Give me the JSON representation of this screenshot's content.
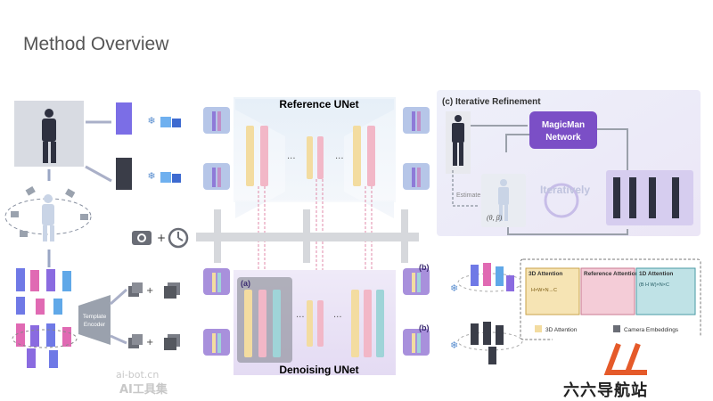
{
  "page": {
    "title": "Method Overview"
  },
  "diagram": {
    "reference_unet": "Reference UNet",
    "denoising_unet": "Denoising UNet",
    "iterative_refinement": "(c) Iterative Refinement",
    "network": "MagicMan\nNetwork",
    "network_line1": "MagicMan",
    "network_line2": "Network",
    "iteratively": "Iteratively",
    "estimate": "Estimate",
    "theta_beta": "(θ, β)",
    "template_encoder_line1": "Template",
    "template_encoder_line2": "Encoder",
    "ellipsis": "···",
    "label_a": "(a)",
    "label_b": "(b)",
    "legend": {
      "attn3d": "3D Attention",
      "ref_attn": "Reference Attention",
      "attn1d": "1D Attention",
      "attn3d_inner": "H×W×N→C",
      "attn1d_inner": "(B H W)×N×C",
      "legend_3d": "3D Attention",
      "camera": "Camera Embeddings"
    }
  },
  "watermark": {
    "line1": "ai-bot.cn",
    "line2": "AI工具集"
  },
  "site": {
    "name": "六六导航站"
  },
  "colors": {
    "accent_blue": "#3a63a8",
    "purple": "#7b4fc6",
    "yellow": "#f3dca0",
    "pink": "#f2b7c7",
    "teal": "#9fd4d8"
  }
}
